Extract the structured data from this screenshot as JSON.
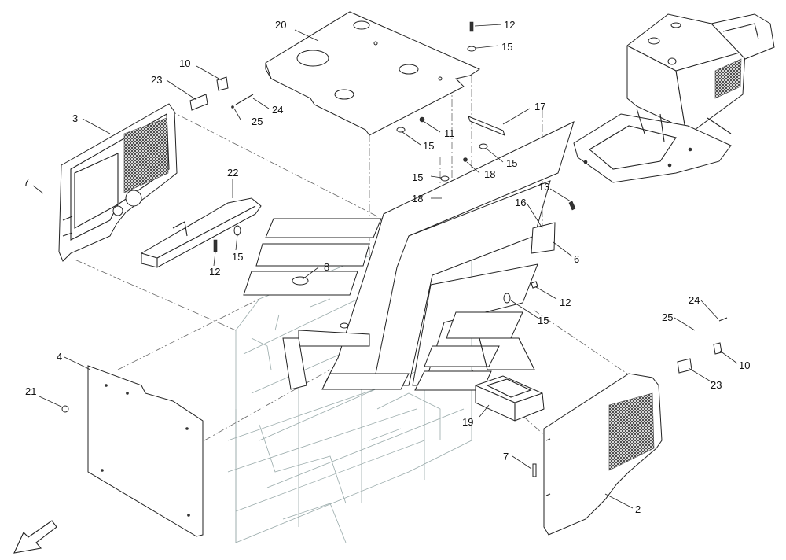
{
  "callouts": [
    {
      "id": "c20",
      "label": "20"
    },
    {
      "id": "c12a",
      "label": "12"
    },
    {
      "id": "c15a",
      "label": "15"
    },
    {
      "id": "c10a",
      "label": "10"
    },
    {
      "id": "c23a",
      "label": "23"
    },
    {
      "id": "c24a",
      "label": "24"
    },
    {
      "id": "c25a",
      "label": "25"
    },
    {
      "id": "c3",
      "label": "3"
    },
    {
      "id": "c17",
      "label": "17"
    },
    {
      "id": "c11",
      "label": "11"
    },
    {
      "id": "c15b",
      "label": "15"
    },
    {
      "id": "c15c",
      "label": "15"
    },
    {
      "id": "c18a",
      "label": "18"
    },
    {
      "id": "c15d",
      "label": "15"
    },
    {
      "id": "c18b",
      "label": "18"
    },
    {
      "id": "c7a",
      "label": "7"
    },
    {
      "id": "c22",
      "label": "22"
    },
    {
      "id": "c13",
      "label": "13"
    },
    {
      "id": "c16",
      "label": "16"
    },
    {
      "id": "c6",
      "label": "6"
    },
    {
      "id": "c12b",
      "label": "12"
    },
    {
      "id": "c15e",
      "label": "15"
    },
    {
      "id": "c8",
      "label": "8"
    },
    {
      "id": "c12c",
      "label": "12"
    },
    {
      "id": "c15f",
      "label": "15"
    },
    {
      "id": "c4",
      "label": "4"
    },
    {
      "id": "c24b",
      "label": "24"
    },
    {
      "id": "c25b",
      "label": "25"
    },
    {
      "id": "c10b",
      "label": "10"
    },
    {
      "id": "c23b",
      "label": "23"
    },
    {
      "id": "c21",
      "label": "21"
    },
    {
      "id": "c19",
      "label": "19"
    },
    {
      "id": "c7b",
      "label": "7"
    },
    {
      "id": "c2",
      "label": "2"
    }
  ],
  "icons": {
    "orientation_arrow": "front-direction-arrow-icon"
  },
  "colors": {
    "line": "#222222",
    "background": "#ffffff",
    "mesh": "#333333"
  }
}
